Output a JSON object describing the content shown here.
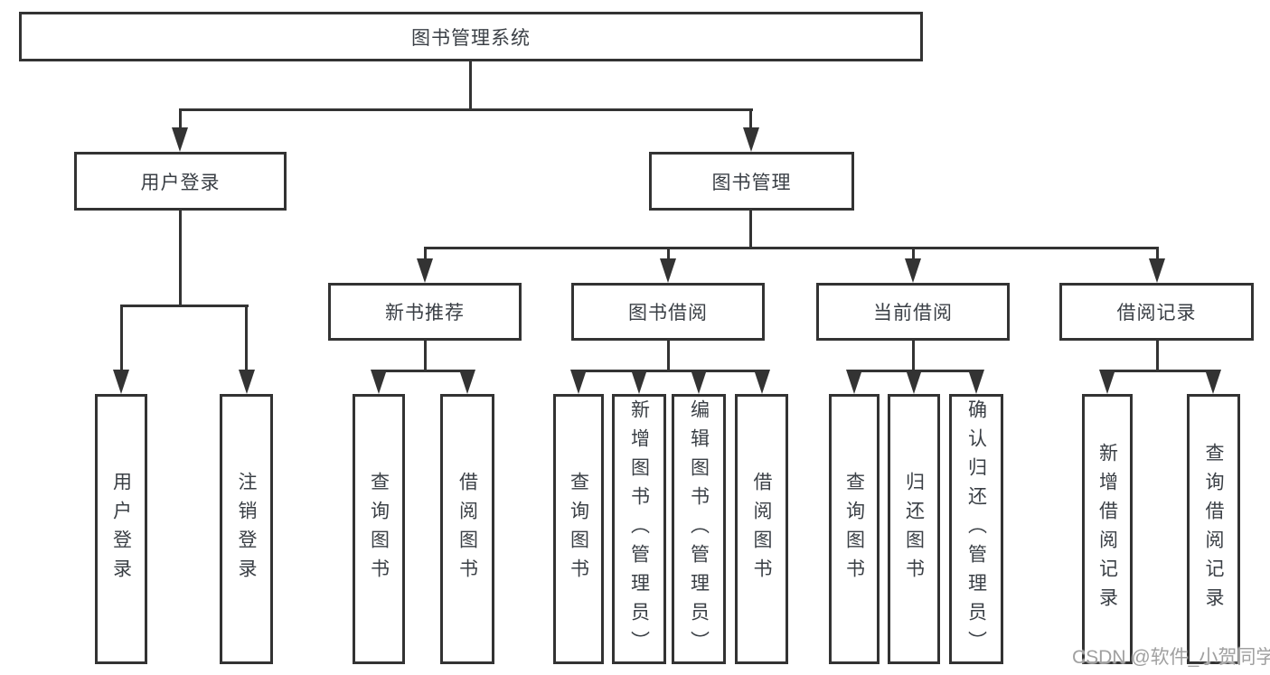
{
  "diagram": {
    "title": "图书管理系统",
    "modules": [
      {
        "label": "用户登录",
        "functions": [
          "用户登录",
          "注销登录"
        ]
      },
      {
        "label": "图书管理",
        "submodules": [
          {
            "label": "新书推荐",
            "functions": [
              "查询图书",
              "借阅图书"
            ]
          },
          {
            "label": "图书借阅",
            "functions": [
              "查询图书",
              "新增图书（管理员）",
              "编辑图书（管理员）",
              "借阅图书"
            ]
          },
          {
            "label": "当前借阅",
            "functions": [
              "查询图书",
              "归还图书",
              "确认归还（管理员）"
            ]
          },
          {
            "label": "借阅记录",
            "functions": [
              "新增借阅记录",
              "查询借阅记录"
            ]
          }
        ]
      }
    ]
  },
  "watermark": "CSDN @软件_小贺同学",
  "colors": {
    "line": "#333333",
    "box_border": "#333333",
    "text": "#3a3f45",
    "watermark": "#a0a0a0",
    "background": "#ffffff"
  }
}
